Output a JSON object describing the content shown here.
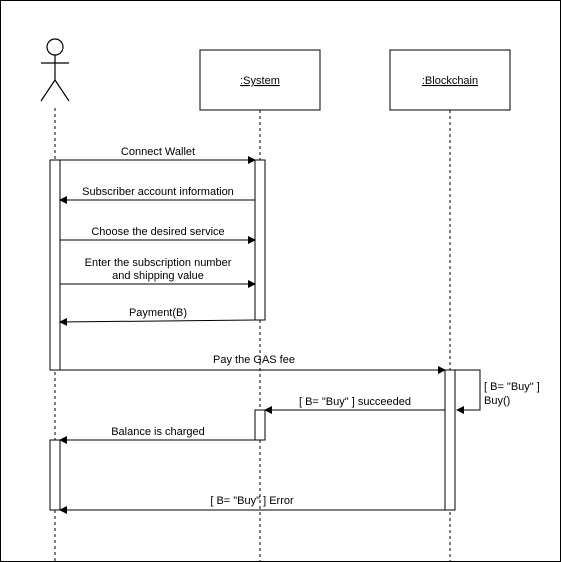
{
  "participants": {
    "actor": {
      "name": ""
    },
    "system": {
      "name": ":System"
    },
    "blockchain": {
      "name": ":Blockchain"
    }
  },
  "messages": [
    {
      "id": "m1",
      "label_lines": [
        "Connect Wallet"
      ],
      "from": "actor",
      "to": "system",
      "type": "sync"
    },
    {
      "id": "m2",
      "label_lines": [
        "Subscriber account information"
      ],
      "from": "system",
      "to": "actor",
      "type": "reply"
    },
    {
      "id": "m3",
      "label_lines": [
        "Choose the desired service"
      ],
      "from": "actor",
      "to": "system",
      "type": "sync"
    },
    {
      "id": "m4",
      "label_lines": [
        "Enter the subscription number",
        "and shipping value"
      ],
      "from": "actor",
      "to": "system",
      "type": "sync"
    },
    {
      "id": "m5",
      "label_lines": [
        "Payment(B)"
      ],
      "from": "system",
      "to": "actor",
      "type": "reply"
    },
    {
      "id": "m6",
      "label_lines": [
        "Pay the GAS fee"
      ],
      "from": "actor",
      "to": "blockchain",
      "type": "sync"
    },
    {
      "id": "m7",
      "label_lines": [
        "[ B= \"Buy\" ]",
        "Buy()"
      ],
      "from": "blockchain",
      "to": "blockchain",
      "type": "self"
    },
    {
      "id": "m8",
      "label_lines": [
        "[ B= \"Buy\" ] succeeded"
      ],
      "from": "blockchain",
      "to": "system",
      "type": "reply"
    },
    {
      "id": "m9",
      "label_lines": [
        "Balance is charged"
      ],
      "from": "system",
      "to": "actor",
      "type": "reply"
    },
    {
      "id": "m10",
      "label_lines": [
        "[ B= \"Buy\" ] Error"
      ],
      "from": "blockchain",
      "to": "actor",
      "type": "reply"
    }
  ],
  "colors": {
    "line": "#000000",
    "background": "#ffffff"
  }
}
